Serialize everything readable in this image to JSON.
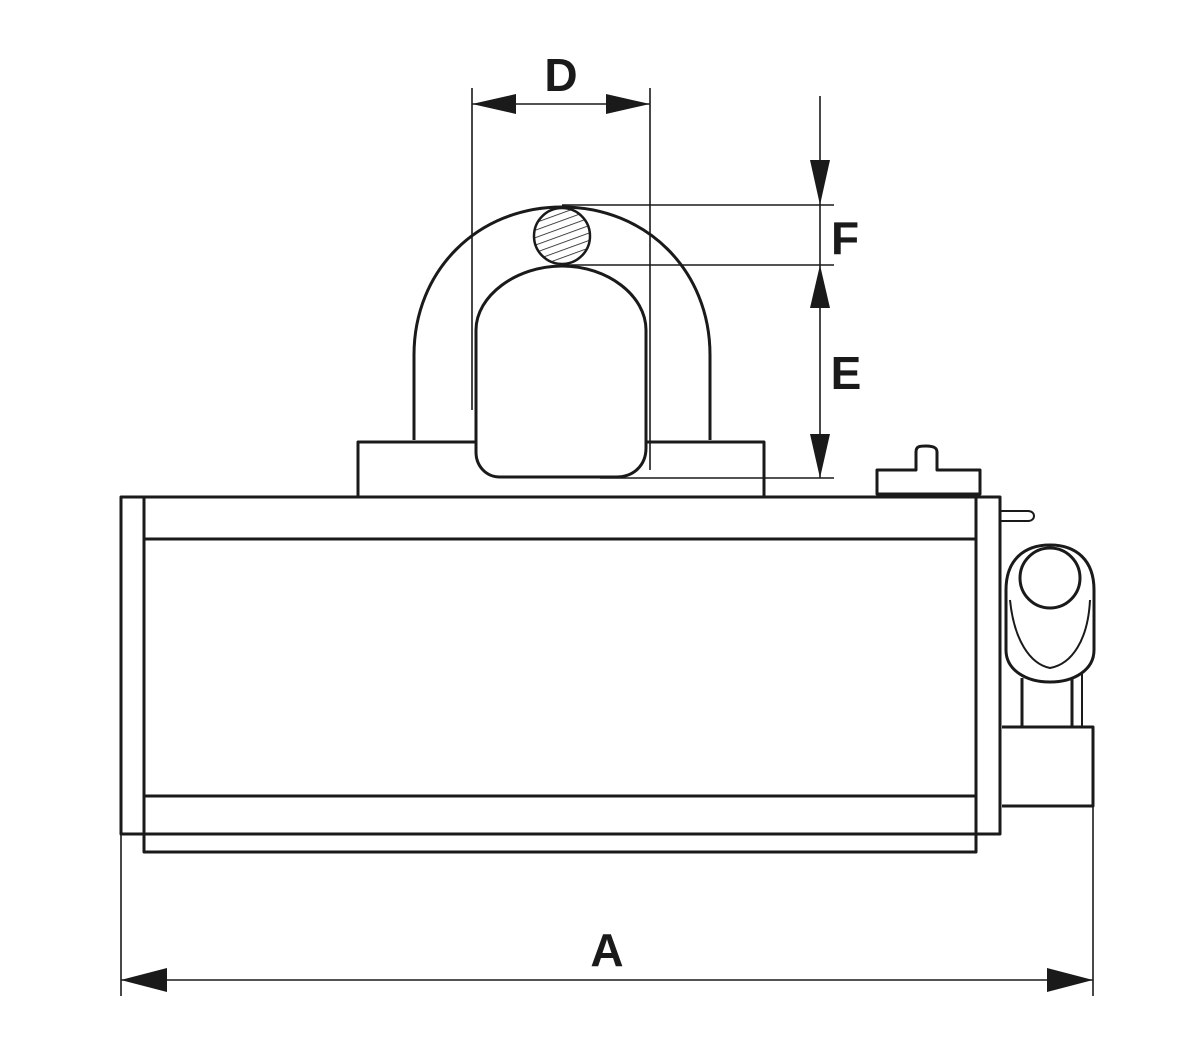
{
  "diagram": {
    "labels": {
      "a": "A",
      "d": "D",
      "e": "E",
      "f": "F"
    },
    "colors": {
      "stroke": "#1a1a1a",
      "dimension": "#1a1a1a",
      "background": "#ffffff"
    }
  }
}
